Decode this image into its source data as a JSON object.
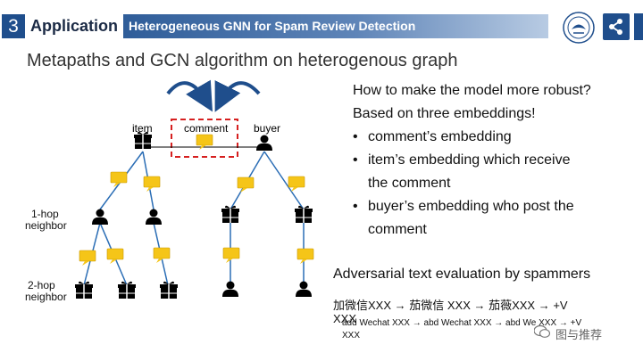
{
  "header": {
    "section_number": "3",
    "section_label": "Application",
    "title": "Heterogeneous GNN for Spam Review Detection"
  },
  "subtitle": "Metapaths and GCN algorithm on heterogenous graph",
  "diagram": {
    "item_label": "item",
    "comment_label": "comment",
    "buyer_label": "buyer",
    "hop1_line1": "1-hop",
    "hop1_line2": "neighbor",
    "hop2_line1": "2-hop",
    "hop2_line2": "neighbor",
    "colors": {
      "comment_fill": "#f5c518",
      "dashed_box": "#d62020",
      "arrow": "#1f4e8c",
      "node": "#000000",
      "edge": "#2a6db5"
    }
  },
  "right": {
    "line1": "How to make the model more robust?",
    "line2": "Based on three embeddings!",
    "bullets": [
      {
        "lines": [
          "comment’s embedding"
        ]
      },
      {
        "lines": [
          "item’s embedding which receive",
          "the comment"
        ]
      },
      {
        "lines": [
          "buyer’s embedding who post the",
          "comment"
        ]
      }
    ],
    "adversarial_title": "Adversarial text evaluation by spammers",
    "chinese_line_a": "加微信XXX  →  茄微信 XXX  →  茄薇XXX  → +V",
    "chinese_line_b": "XXX",
    "english_line_a": "add Wechat XXX  →  abd Wechat XXX  →  abd We XXX  → +V",
    "english_line_b": "XXX"
  },
  "watermark": "图与推荐"
}
